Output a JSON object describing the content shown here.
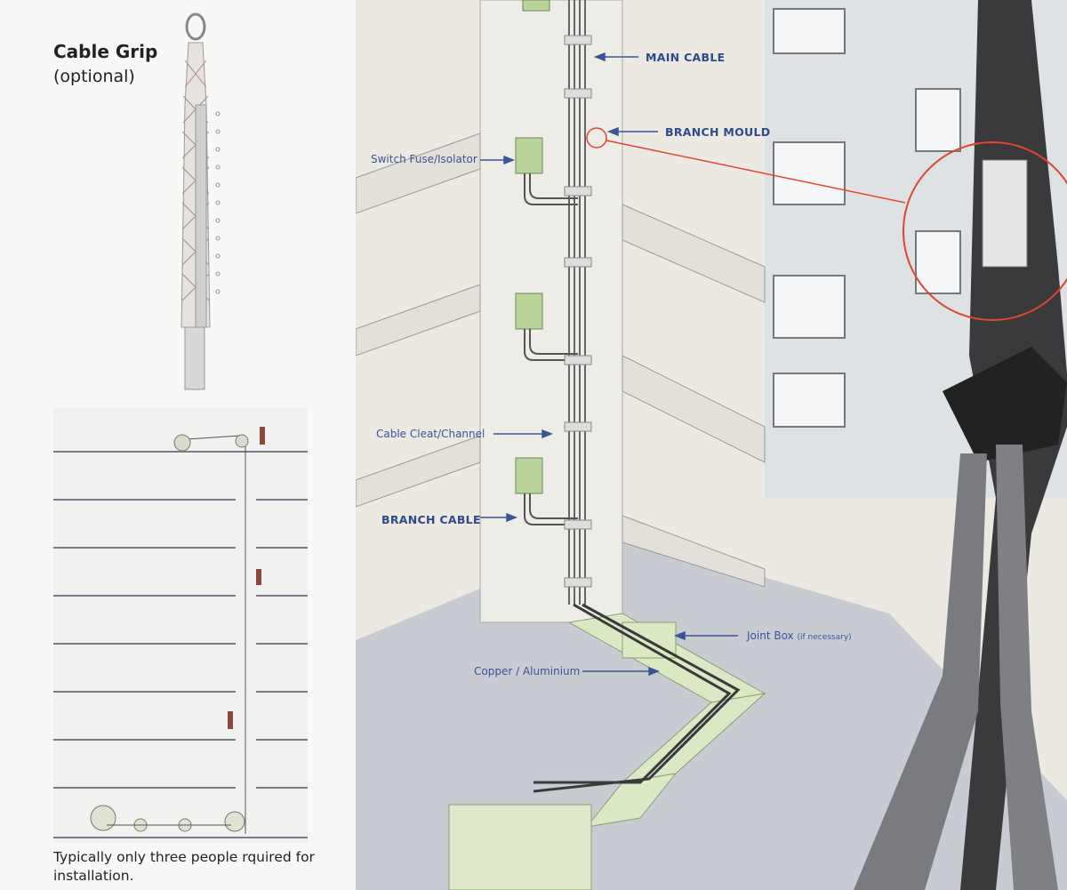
{
  "left_panel": {
    "title": "Cable Grip",
    "subtitle": "(optional)",
    "caption": "Typically only three people rquired for installation."
  },
  "labels": {
    "main_cable": "MAIN CABLE",
    "branch_mould": "BRANCH MOULD",
    "switch_fuse": "Switch Fuse/Isolator",
    "cable_cleat": "Cable Cleat/Channel",
    "branch_cable": "BRANCH CABLE",
    "joint_box": "Joint Box",
    "joint_box_note": "(if necessary)",
    "copper_aluminium": "Copper / Aluminium"
  },
  "colors": {
    "label": "#2e4a8e",
    "highlight": "#e0452d",
    "cable": "#2b2b2b"
  }
}
